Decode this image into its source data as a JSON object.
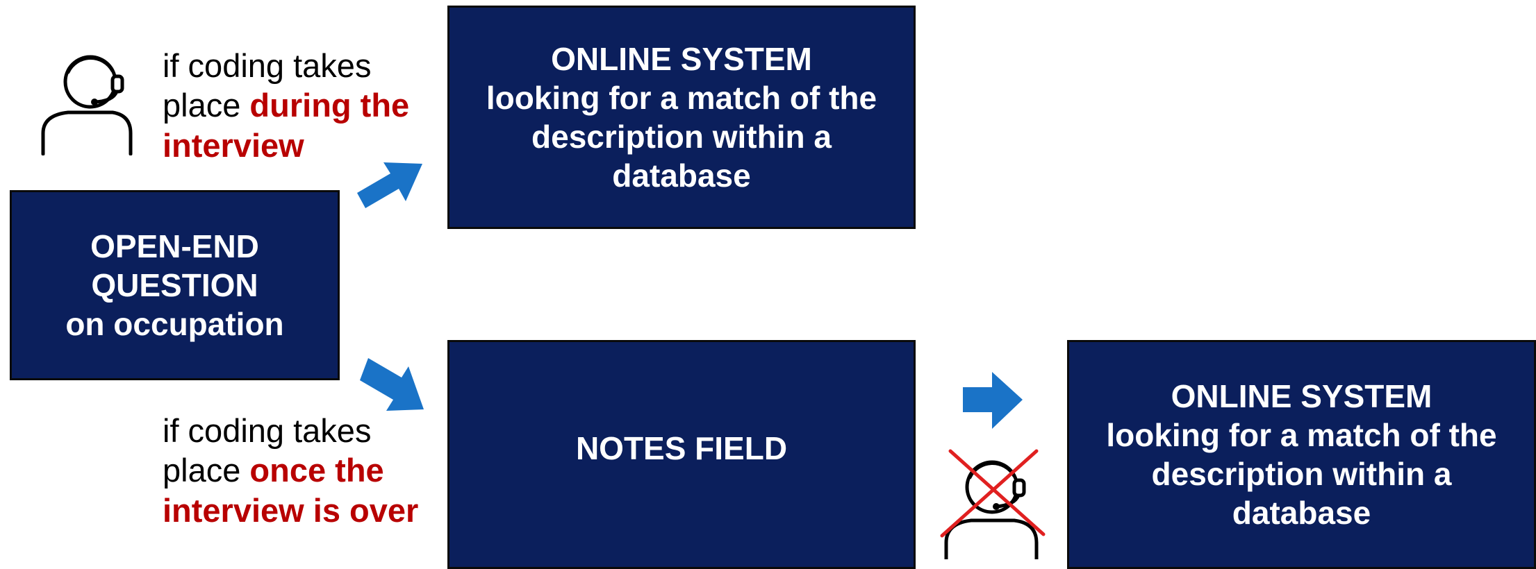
{
  "colors": {
    "box_fill": "#0b1f5c",
    "box_text": "#ffffff",
    "arrow": "#1a73c7",
    "highlight": "#b80000",
    "cross": "#e02020"
  },
  "icons": {
    "agent": "call-center-agent-icon",
    "crossed_agent": "crossed-out-agent-icon",
    "arrow": "arrow-icon"
  },
  "open_end_box": {
    "line1": "OPEN-END",
    "line2": "QUESTION",
    "line3": "on occupation"
  },
  "online_system_top": {
    "line1": "ONLINE SYSTEM",
    "line2": "looking for a match of the",
    "line3": "description within a",
    "line4": "database"
  },
  "notes_box": {
    "label": "NOTES FIELD"
  },
  "online_system_right": {
    "line1": "ONLINE SYSTEM",
    "line2": "looking for a match of the",
    "line3": "description within a",
    "line4": "database"
  },
  "caption_during": {
    "line1": "if coding takes",
    "line2_plain": "place ",
    "line2_highlight": "during the",
    "line3_highlight": "interview"
  },
  "caption_after": {
    "line1": "if coding takes",
    "line2_plain": "place ",
    "line2_highlight": "once the",
    "line3_highlight": "interview is over"
  }
}
